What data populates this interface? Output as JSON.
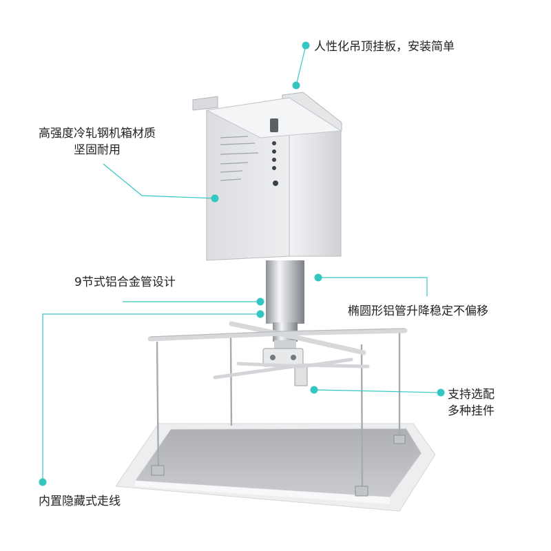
{
  "callouts": {
    "top_plate": "人性化吊顶挂板，安装简单",
    "box_line1": "高强度冷轧钢机箱材质",
    "box_line2": "坚固耐用",
    "tube": "9节式铝合金管设计",
    "oval_tube": "椭圆形铝管升降稳定不偏移",
    "mount_line1": "支持选配",
    "mount_line2": "多种挂件",
    "wiring": "内置隐藏式走线"
  },
  "colors": {
    "accent": "#33c6c2",
    "text": "#222222"
  }
}
